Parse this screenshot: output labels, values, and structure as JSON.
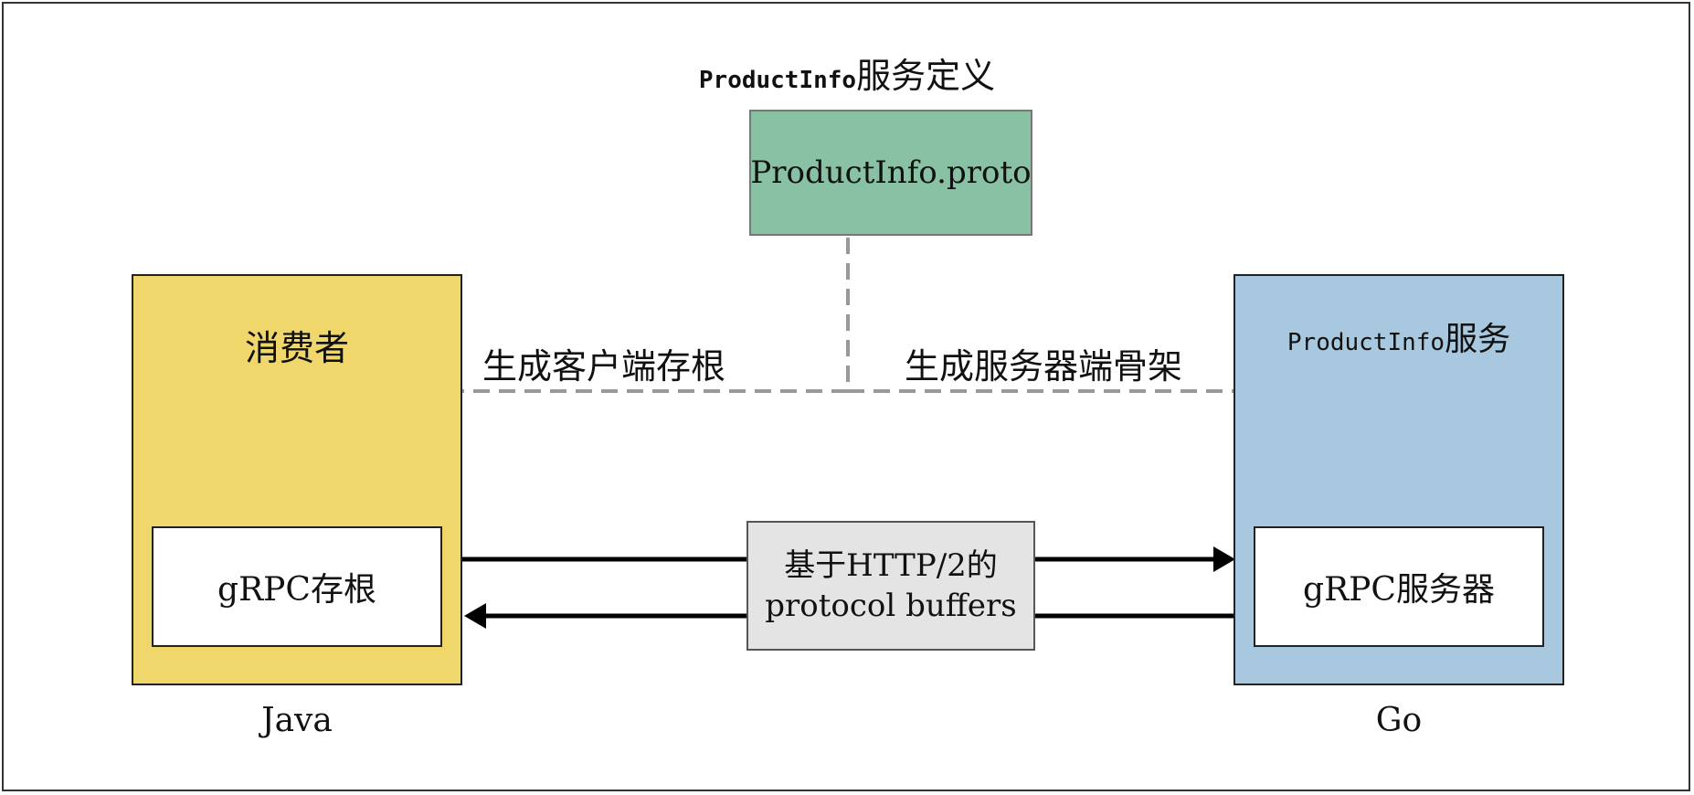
{
  "diagram": {
    "title_mono": "ProductInfo",
    "title_suffix": "服务定义",
    "proto_file": "ProductInfo.proto",
    "consumer": {
      "title": "消费者",
      "stub": "gRPC存根",
      "language": "Java"
    },
    "service": {
      "title_mono": "ProductInfo",
      "title_suffix": "服务",
      "server": "gRPC服务器",
      "language": "Go"
    },
    "edges": {
      "generate_client": "生成客户端存根",
      "generate_server": "生成服务器端骨架"
    },
    "transport": {
      "line1": "基于HTTP/2的",
      "line2": "protocol buffers"
    },
    "colors": {
      "consumer_fill": "#efd76b",
      "service_fill": "#a8c8df",
      "proto_fill": "#88c1a4",
      "transport_fill": "#e4e4e4",
      "dashed_line": "#999999"
    }
  }
}
